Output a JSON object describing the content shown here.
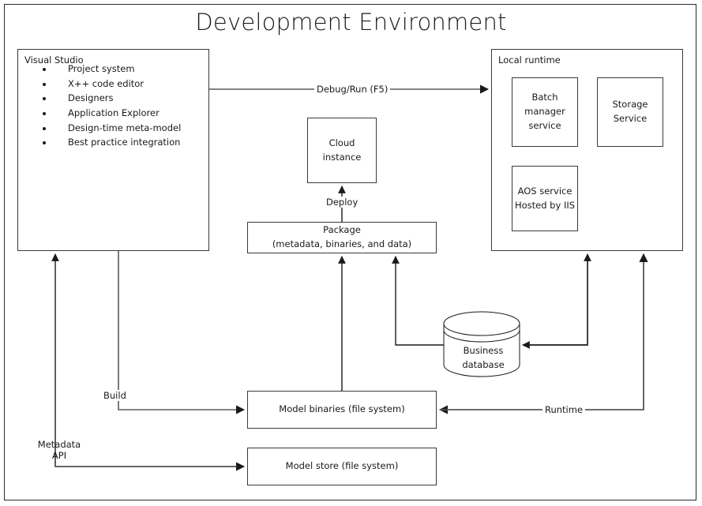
{
  "diagram": {
    "title": "Development Environment",
    "type": "architecture-block-diagram",
    "stroke_color": "#3a3a3a",
    "background_color": "#ffffff",
    "text_color": "#1a1a1a"
  },
  "nodes": {
    "visual_studio": {
      "label": "Visual Studio",
      "features": [
        "Project system",
        "X++ code editor",
        "Designers",
        "Application Explorer",
        "Design-time meta-model",
        "Best practice integration"
      ]
    },
    "local_runtime": {
      "label": "Local runtime",
      "services": [
        {
          "name": "Batch manager service",
          "lines": [
            "Batch",
            "manager",
            "service"
          ]
        },
        {
          "name": "Storage Service",
          "lines": [
            "Storage",
            "Service"
          ]
        },
        {
          "name": "AOS service Hosted by IIS",
          "lines": [
            "AOS service",
            "Hosted by IIS"
          ]
        }
      ]
    },
    "cloud_instance": {
      "lines": [
        "Cloud",
        "instance"
      ]
    },
    "package": {
      "lines": [
        "Package",
        "(metadata, binaries, and data)"
      ]
    },
    "business_database": {
      "lines": [
        "Business",
        "database"
      ]
    },
    "model_binaries": {
      "label": "Model binaries (file system)"
    },
    "model_store": {
      "label": "Model store (file system)"
    }
  },
  "edges": [
    {
      "id": "debug-run",
      "label": "Debug/Run (F5)",
      "from": "visual_studio",
      "to": "local_runtime"
    },
    {
      "id": "deploy",
      "label": "Deploy",
      "from": "package",
      "to": "cloud_instance"
    },
    {
      "id": "build",
      "label": "Build",
      "from": "visual_studio",
      "to": "model_binaries"
    },
    {
      "id": "metadata-api",
      "label_lines": [
        "Metadata",
        "API"
      ],
      "from": "model_store",
      "to": "visual_studio"
    },
    {
      "id": "runtime",
      "label": "Runtime",
      "from": "local_runtime",
      "to": "model_binaries"
    },
    {
      "id": "binaries-to-package",
      "label": "",
      "from": "model_binaries",
      "to": "package"
    },
    {
      "id": "database-to-package",
      "label": "",
      "from": "business_database",
      "to": "package"
    },
    {
      "id": "database-to-runtime",
      "label": "",
      "from": "business_database",
      "to": "local_runtime"
    },
    {
      "id": "runtime-to-database",
      "label": "",
      "from": "local_runtime",
      "to": "business_database"
    }
  ]
}
